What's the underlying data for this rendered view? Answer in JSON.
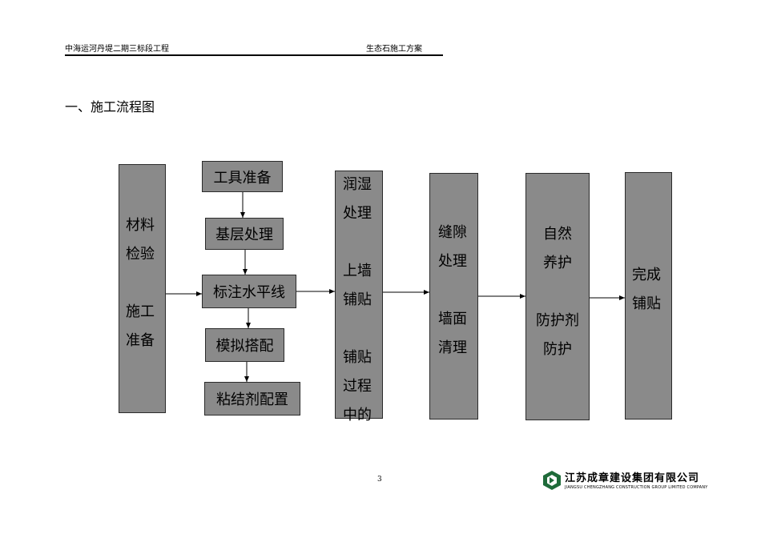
{
  "header": {
    "left": "中海运河丹堤二期三标段工程",
    "right": "生态石施工方案"
  },
  "section_title": "一、施工流程图",
  "flow": {
    "col1": "材料\n检验\n\n施工\n准备",
    "steps": [
      "工具准备",
      "基层处理",
      "标注水平线",
      "模拟搭配",
      "粘结剂配置"
    ],
    "col3": "润湿\n处理\n\n上墙\n铺贴\n\n铺贴\n过程\n中的",
    "col4": "缝隙\n处理\n\n墙面\n清理",
    "col5": "自然\n养护\n\n防护剂\n防护",
    "col6": "完成\n铺贴"
  },
  "page_number": "3",
  "footer_logo": {
    "name_cn": "江苏成章建设集团有限公司",
    "name_en": "JIANGSU CHENGZHANG CONSTRUCTION GROUP LIMITED COMPANY",
    "brand_color": "#1f6b3a"
  }
}
